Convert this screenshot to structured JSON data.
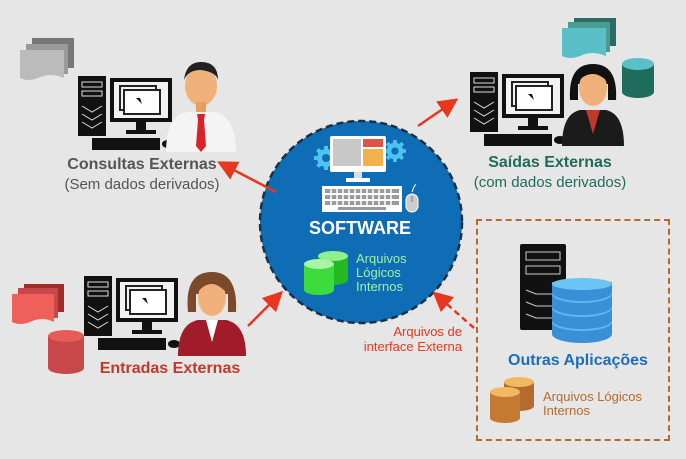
{
  "center": {
    "title": "SOFTWARE",
    "ilf_label_lines": [
      "Arquivos",
      "Lógicos",
      "Internos"
    ],
    "color": "#1a6fb8"
  },
  "top_left": {
    "title": "Consultas Externas",
    "subtitle": "(Sem dados derivados)",
    "color": "#555555"
  },
  "top_right": {
    "title": "Saídas Externas",
    "subtitle": "(com dados derivados)",
    "color": "#1f6b5c"
  },
  "bottom_left": {
    "title": "Entradas Externas",
    "color": "#c0392b"
  },
  "external_interface": {
    "label_lines": [
      "Arquivos de",
      "interface Externa"
    ],
    "color": "#e8371f"
  },
  "other_apps": {
    "title": "Outras Aplicações",
    "ilf_label_lines": [
      "Arquivos Lógicos",
      "Internos"
    ],
    "title_color": "#1a6fb8",
    "ilf_color": "#b46b2d"
  }
}
